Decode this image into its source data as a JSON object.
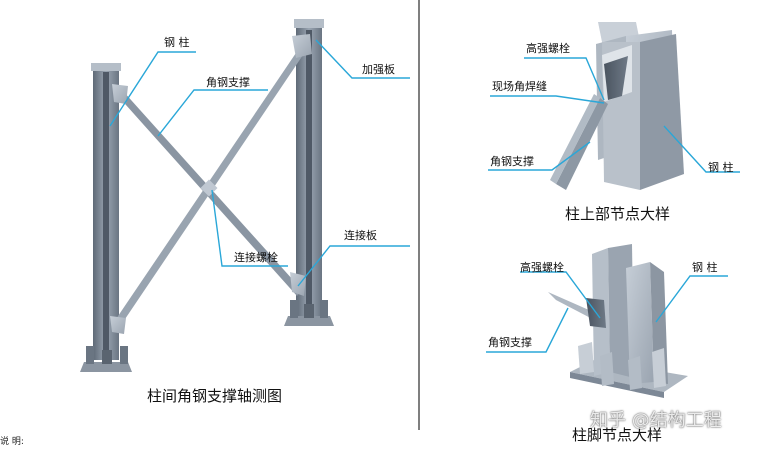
{
  "left_figure": {
    "caption": "柱间角钢支撑轴测图",
    "labels": {
      "steel_column": "钢 柱",
      "angle_brace": "角钢支撑",
      "stiffener_plate": "加强板",
      "connecting_bolt": "连接螺栓",
      "connecting_plate": "连接板"
    }
  },
  "top_right_figure": {
    "caption": "柱上部节点大样",
    "labels": {
      "high_strength_bolt": "高强螺栓",
      "site_fillet_weld": "现场角焊缝",
      "angle_brace": "角钢支撑",
      "steel_column": "钢 柱"
    }
  },
  "bottom_right_figure": {
    "caption": "柱脚节点大样",
    "labels": {
      "high_strength_bolt": "高强螺栓",
      "steel_column": "钢 柱",
      "angle_brace": "角钢支撑"
    }
  },
  "footer_note": "说 明:",
  "watermark": "知乎 @结构工程",
  "colors": {
    "leader_line": "#2aa7d8",
    "divider": "#555555",
    "steel_light": "#aab4c0",
    "steel_mid": "#7d8896",
    "steel_dark": "#4f5966"
  }
}
